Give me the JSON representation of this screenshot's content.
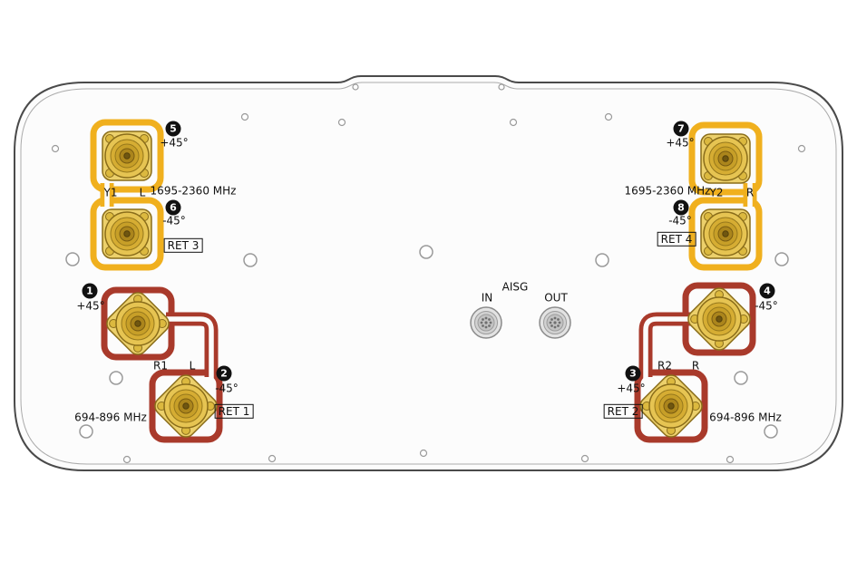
{
  "colors": {
    "high_band": "#f0b01e",
    "low_band": "#a93a2b",
    "badge": "#111111"
  },
  "aisg": {
    "title": "AISG",
    "in": "IN",
    "out": "OUT"
  },
  "connectors": {
    "c1": {
      "num": "1",
      "pol": "+45°"
    },
    "c2": {
      "num": "2",
      "pol": "-45°"
    },
    "c3": {
      "num": "3",
      "pol": "+45°"
    },
    "c4": {
      "num": "4",
      "pol": "-45°"
    },
    "c5": {
      "num": "5",
      "pol": "+45°"
    },
    "c6": {
      "num": "6",
      "pol": "-45°"
    },
    "c7": {
      "num": "7",
      "pol": "+45°"
    },
    "c8": {
      "num": "8",
      "pol": "-45°"
    }
  },
  "groups": {
    "high_left": {
      "port": "Y1",
      "side": "L",
      "freq": "1695-2360 MHz",
      "ret": "RET 3"
    },
    "high_right": {
      "port": "Y2",
      "side": "R",
      "freq": "1695-2360 MHz",
      "ret": "RET 4"
    },
    "low_left": {
      "port": "R1",
      "side": "L",
      "freq": "694-896 MHz",
      "ret": "RET 1"
    },
    "low_right": {
      "port": "R2",
      "side": "R",
      "freq": "694-896 MHz",
      "ret": "RET 2"
    }
  }
}
